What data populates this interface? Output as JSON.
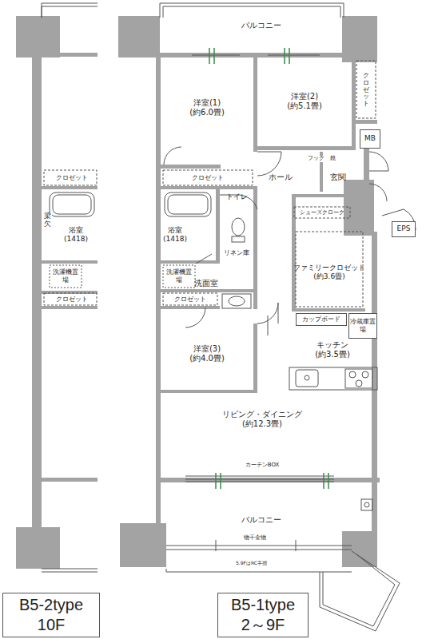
{
  "diagram": {
    "nodes": [
      {
        "text": [
          "バルコニー"
        ]
      },
      {
        "text": [
          "洋室(1)",
          "(約6.0畳)"
        ]
      },
      {
        "text": [
          "洋室(2)",
          "(約5.1畳)"
        ]
      },
      {
        "text": [
          "クロゼット"
        ]
      },
      {
        "text": [
          "MB"
        ]
      },
      {
        "text": [
          "ホール"
        ]
      },
      {
        "text": [
          "玄関"
        ]
      },
      {
        "text": [
          "クロゼット"
        ]
      },
      {
        "text": [
          "トイレ"
        ]
      },
      {
        "text": [
          "浴室",
          "(1418)"
        ]
      },
      {
        "text": [
          "リネン庫"
        ]
      },
      {
        "text": [
          "シューズクローク"
        ]
      },
      {
        "text": [
          "EPS"
        ]
      },
      {
        "text": [
          "洗濯機置場"
        ]
      },
      {
        "text": [
          "洗面室"
        ]
      },
      {
        "text": [
          "ファミリークロゼット",
          "(約3.6畳)"
        ]
      },
      {
        "text": [
          "クロゼット"
        ]
      },
      {
        "text": [
          "カップボード"
        ]
      },
      {
        "text": [
          "冷蔵庫置場"
        ]
      },
      {
        "text": [
          "キッチン",
          "(約3.5畳)"
        ]
      },
      {
        "text": [
          "洋室(3)",
          "(約4.0畳)"
        ]
      },
      {
        "text": [
          "リビング・ダイニング",
          "(約12.3畳)"
        ]
      },
      {
        "text": [
          "カーテンBOX"
        ]
      },
      {
        "text": [
          "バルコニー"
        ]
      },
      {
        "text": [
          "クロゼット"
        ]
      },
      {
        "text": [
          "浴室",
          "(1418)"
        ]
      },
      {
        "text": [
          "洗濯機置場"
        ]
      },
      {
        "text": [
          "クロゼット"
        ]
      },
      {
        "text": [
          "B5-2type",
          "10F"
        ]
      },
      {
        "text": [
          "B5-1type",
          "2～9F"
        ]
      }
    ],
    "labels": [
      "梁欠",
      "フック",
      "鏡",
      "物干金物",
      "5.9FはRC手摺"
    ]
  }
}
